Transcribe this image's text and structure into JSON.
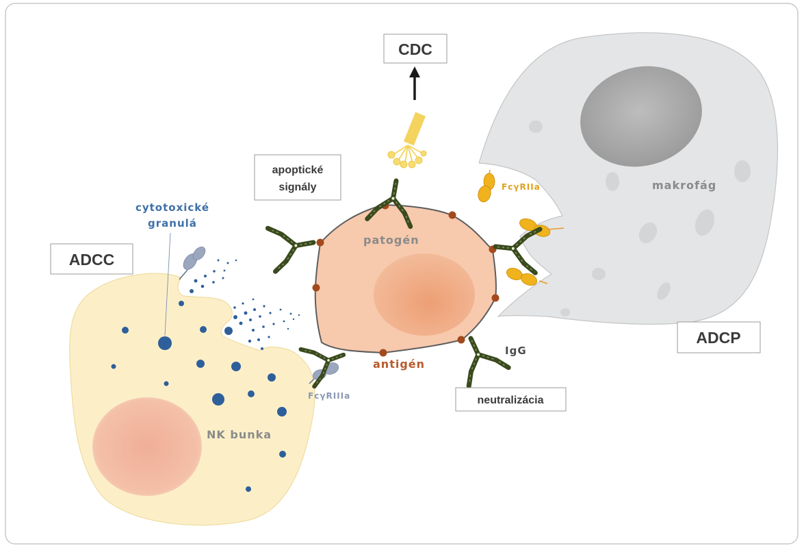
{
  "labels": {
    "cdc": "CDC",
    "apoptotic_signals_line1": "apoptické",
    "apoptotic_signals_line2": "signály",
    "cytotoxic_granules_line1": "cytotoxické",
    "cytotoxic_granules_line2": "granulá",
    "adcc": "ADCC",
    "adcp": "ADCP",
    "pathogen": "patogén",
    "macrophage": "makrofág",
    "antigen": "antigén",
    "igg": "IgG",
    "neutralization": "neutralizácia",
    "nk_cell": "NK bunka",
    "fcgr3a": "FcγRIIIa",
    "fcgr2a": "FcγRIIa"
  },
  "colors": {
    "frame": "#c8c8c8",
    "nk_cell_fill": "#fcefc8",
    "nk_nucleus": "#f2b9a0",
    "pathogen_fill": "#f7c9ad",
    "pathogen_nucleus": "#efae88",
    "pathogen_outline": "#5d5d5d",
    "macrophage_fill": "#e4e5e6",
    "macrophage_nucleus": "#a9a9a9",
    "antigen": "#a34a1c",
    "antibody": "#3a4a1e",
    "granule": "#2e5f9a",
    "fc_receptor_iiia": "#9aa7bf",
    "fc_receptor_iia": "#f0b21d",
    "complement": "#f4d35e",
    "label_blue": "#3e6fa8",
    "label_orange": "#b85a2c",
    "label_grey": "#8a8a8a",
    "label_gold": "#e0a21b"
  }
}
